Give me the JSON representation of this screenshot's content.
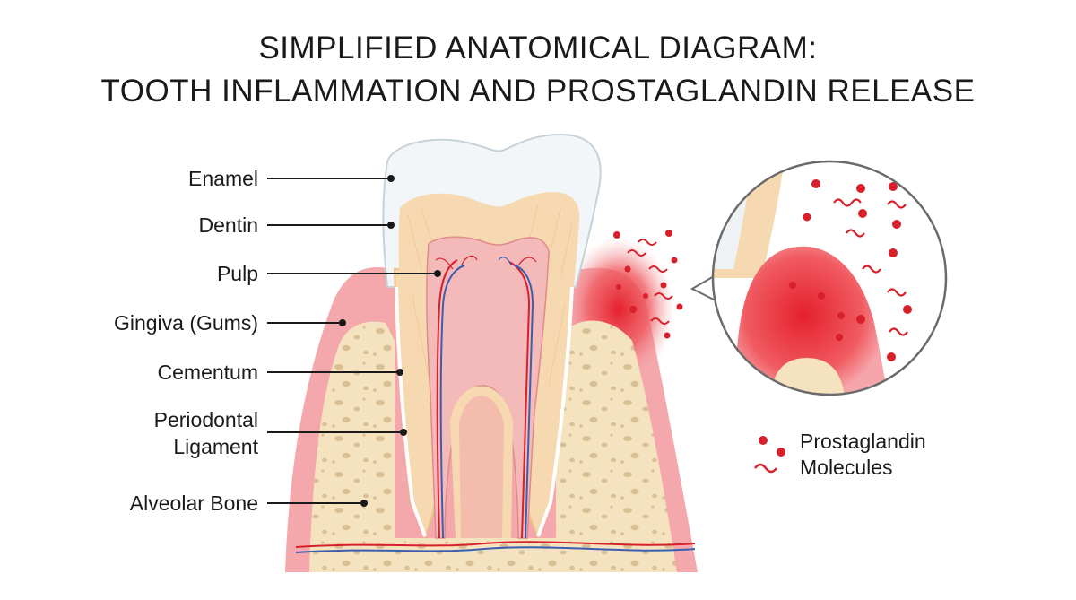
{
  "title": {
    "line1": "SIMPLIFIED ANATOMICAL DIAGRAM:",
    "line2": "TOOTH INFLAMMATION AND PROSTAGLANDIN RELEASE"
  },
  "labels": {
    "enamel": "Enamel",
    "dentin": "Dentin",
    "pulp": "Pulp",
    "gingiva": "Gingiva (Gums)",
    "cementum": "Cementum",
    "periodontal_line1": "Periodontal",
    "periodontal_line2": "Ligament",
    "alveolar_bone": "Alveolar Bone"
  },
  "legend": {
    "line1": "Prostaglandin",
    "line2": "Molecules"
  },
  "colors": {
    "enamel": "#f2f6f8",
    "dentin": "#f6d9b0",
    "pulp": "#f4b9b9",
    "gingiva": "#f4a8ac",
    "bone": "#f5e3c0",
    "inflammation": "#e5202c",
    "molecule": "#d8202a"
  }
}
